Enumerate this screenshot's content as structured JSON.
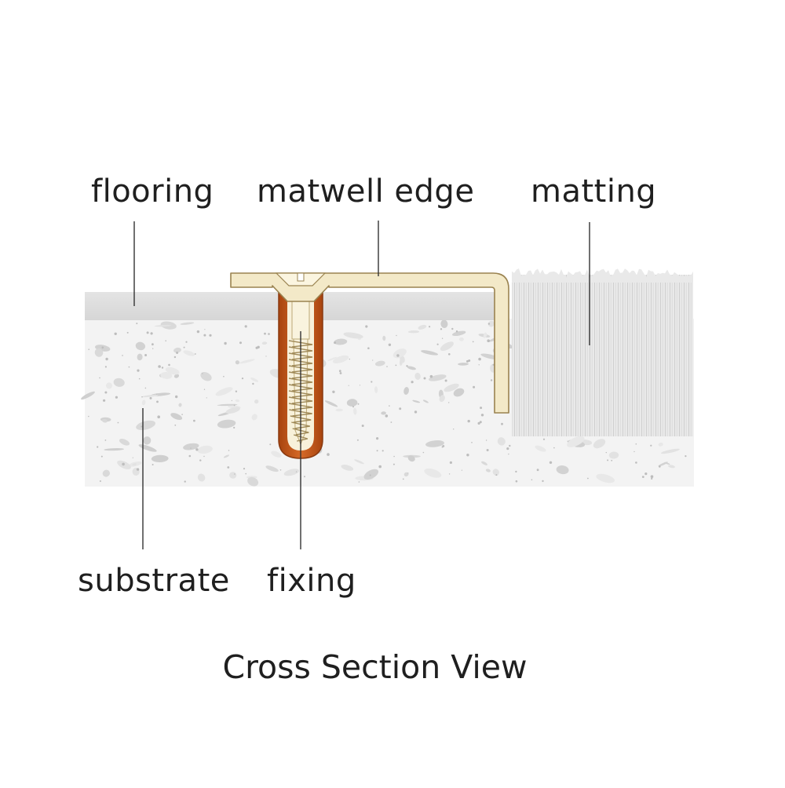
{
  "labels": {
    "flooring": "flooring",
    "matwell_edge": "matwell edge",
    "matting": "matting",
    "substrate": "substrate",
    "fixing": "fixing"
  },
  "caption": "Cross Section View",
  "colors": {
    "flooring": "#dcdcdc",
    "substrate": "#f2f2f2",
    "substrate_chip": "#d6d6d6",
    "matting": "#e6e6e6",
    "matwell_edge_fill": "#f2e7c4",
    "matwell_edge_stroke": "#a08a58",
    "plug": "#c0581c",
    "screw": "#f7efd2",
    "leader_line": "#333333",
    "text": "#1f1f1f"
  }
}
